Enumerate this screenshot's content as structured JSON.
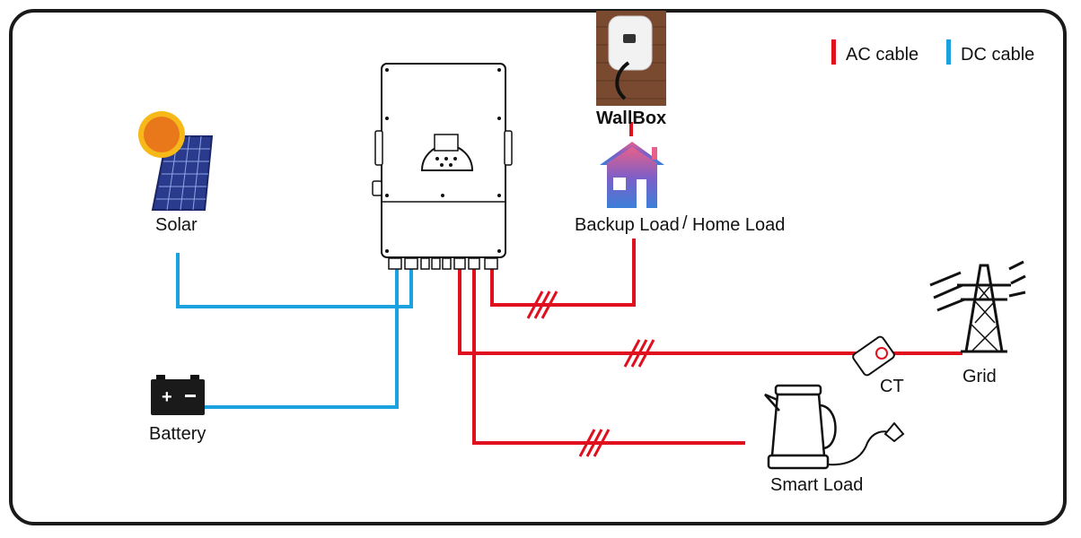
{
  "legend": {
    "ac_label": "AC cable",
    "dc_label": "DC cable",
    "ac_color": "#e0101e",
    "dc_color": "#1aa1e0"
  },
  "labels": {
    "solar": "Solar",
    "battery": "Battery",
    "wallbox": "WallBox",
    "backup_load": "Backup Load",
    "separator": "/",
    "home_load": "Home Load",
    "ct": "CT",
    "grid": "Grid",
    "smart_load": "Smart Load"
  },
  "icons": [
    "solar-panel-icon",
    "sun-icon",
    "battery-icon",
    "inverter-icon",
    "wallbox-charger-icon",
    "house-icon",
    "ct-clamp-icon",
    "grid-tower-icon",
    "kettle-icon"
  ]
}
